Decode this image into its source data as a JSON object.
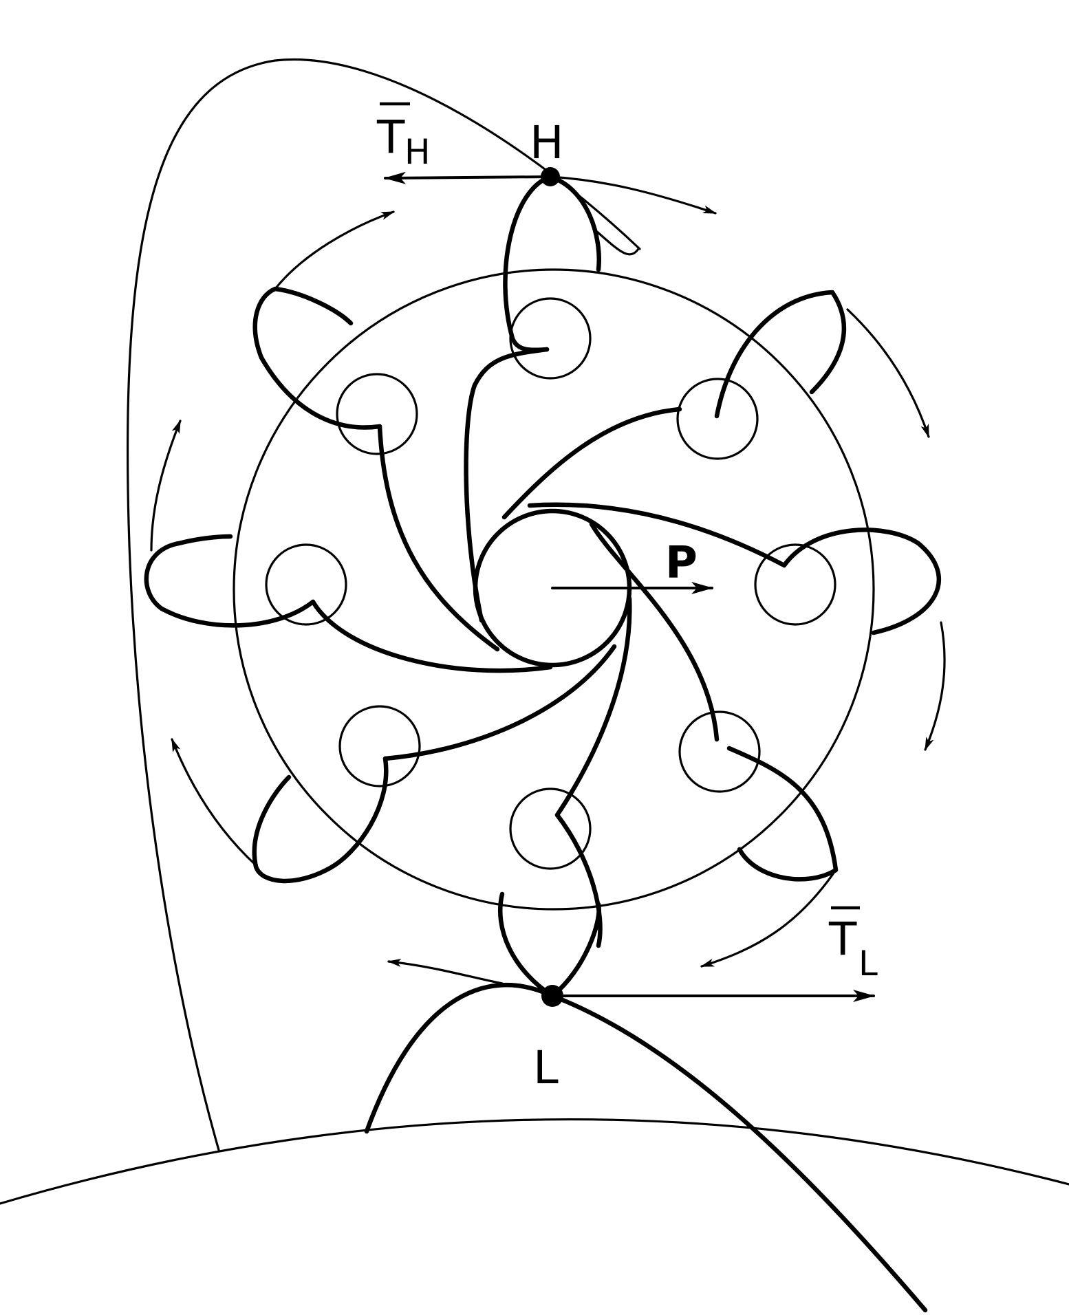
{
  "labels": {
    "high": "H",
    "low": "L",
    "pole": "P",
    "t_high_main": "T",
    "t_high_sub": "H",
    "t_low_main": "T",
    "t_low_sub": "L"
  }
}
